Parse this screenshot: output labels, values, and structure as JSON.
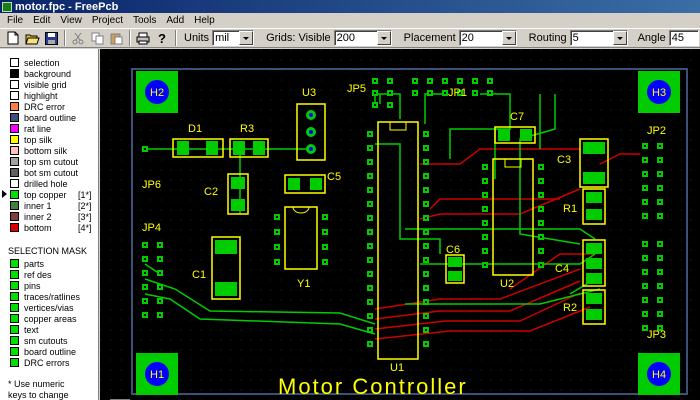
{
  "window": {
    "title": "motor.fpc - FreePcb"
  },
  "menu": [
    "File",
    "Edit",
    "View",
    "Project",
    "Tools",
    "Add",
    "Help"
  ],
  "toolbar": {
    "units_label": "Units",
    "units_value": "mil",
    "grids_label": "Grids: Visible",
    "grids_value": "200",
    "placement_label": "Placement",
    "placement_value": "20",
    "routing_label": "Routing",
    "routing_value": "5",
    "angle_label": "Angle",
    "angle_value": "45"
  },
  "layers": [
    {
      "label": "selection",
      "color": "#ffffff",
      "key": ""
    },
    {
      "label": "background",
      "color": "#000000",
      "key": ""
    },
    {
      "label": "visible grid",
      "color": "#ffffff",
      "key": ""
    },
    {
      "label": "highlight",
      "color": "#ffffff",
      "key": ""
    },
    {
      "label": "DRC error",
      "color": "#ff8040",
      "key": ""
    },
    {
      "label": "board outline",
      "color": "#3c5078",
      "key": ""
    },
    {
      "label": "rat line",
      "color": "#ff00ff",
      "key": ""
    },
    {
      "label": "top silk",
      "color": "#ffff00",
      "key": ""
    },
    {
      "label": "bottom silk",
      "color": "#ffc0c0",
      "key": ""
    },
    {
      "label": "top sm cutout",
      "color": "#a0a0a0",
      "key": ""
    },
    {
      "label": "bot sm cutout",
      "color": "#606060",
      "key": ""
    },
    {
      "label": "drilled hole",
      "color": "#ffffff",
      "key": ""
    },
    {
      "label": "top copper",
      "color": "#00e000",
      "key": "[1*]"
    },
    {
      "label": "inner 1",
      "color": "#408040",
      "key": "[2*]"
    },
    {
      "label": "inner 2",
      "color": "#804040",
      "key": "[3*]"
    },
    {
      "label": "bottom",
      "color": "#e00000",
      "key": "[4*]"
    }
  ],
  "selection_mask": {
    "title": "SELECTION MASK",
    "items": [
      "parts",
      "ref des",
      "pins",
      "traces/ratlines",
      "vertices/vias",
      "copper areas",
      "text",
      "sm cutouts",
      "board outline",
      "DRC errors"
    ]
  },
  "note": {
    "line1": "* Use numeric",
    "line2": "keys to change"
  },
  "board": {
    "title": "Motor Controller",
    "colors": {
      "copper": "#00cc00",
      "silk": "#ffff00",
      "bottom": "#cc0000",
      "outline": "#3c5078",
      "grid": "#2a3a2a"
    },
    "holes": [
      "H2",
      "H3",
      "H1",
      "H4"
    ],
    "refs": [
      "D1",
      "R3",
      "U3",
      "JP5",
      "JP1",
      "C7",
      "JP2",
      "JP6",
      "C2",
      "C5",
      "C3",
      "R1",
      "JP4",
      "C6",
      "C4",
      "C1",
      "Y1",
      "U2",
      "R2",
      "JP3",
      "U1"
    ]
  }
}
